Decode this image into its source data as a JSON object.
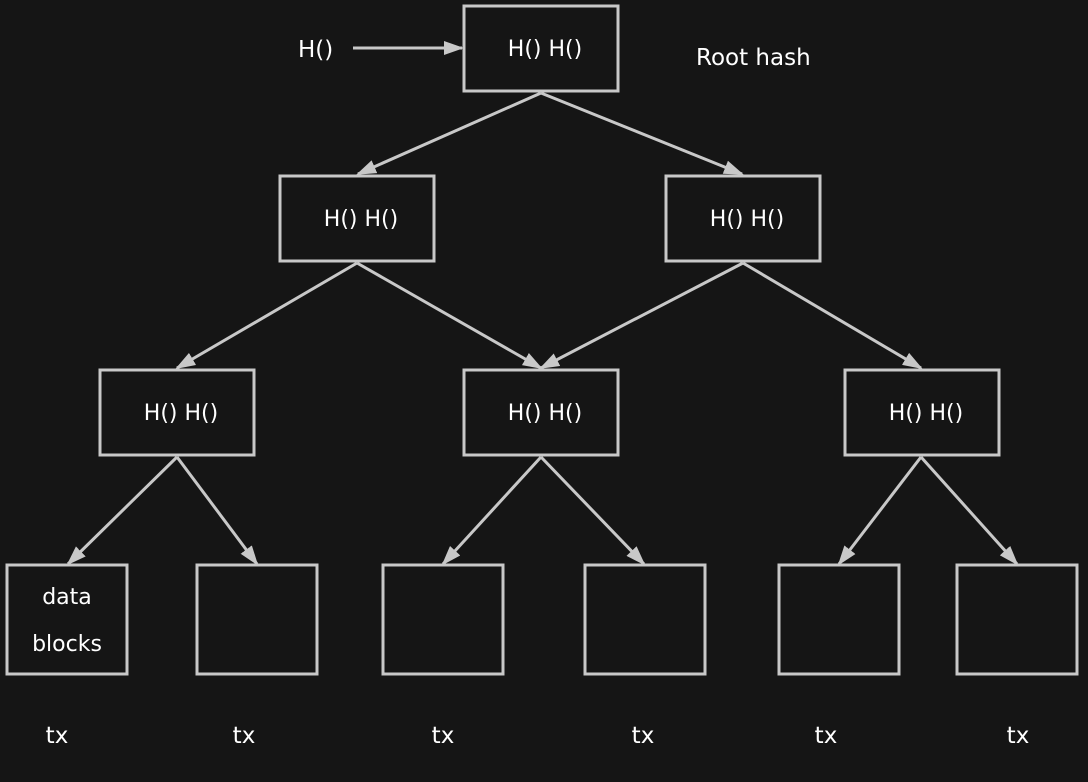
{
  "diagram": {
    "root_label": "H() H()",
    "root_caption": "Root hash",
    "input_label": "H()",
    "level1": [
      {
        "label": "H() H()"
      },
      {
        "label": "H() H()"
      }
    ],
    "level2": [
      {
        "label": "H() H()"
      },
      {
        "label": "H() H()"
      },
      {
        "label": "H() H()"
      }
    ],
    "leaves": [
      {
        "line1": "data",
        "line2": "blocks"
      },
      {
        "line1": "",
        "line2": ""
      },
      {
        "line1": "",
        "line2": ""
      },
      {
        "line1": "",
        "line2": ""
      },
      {
        "line1": "",
        "line2": ""
      },
      {
        "line1": "",
        "line2": ""
      }
    ],
    "tx_labels": [
      "tx",
      "tx",
      "tx",
      "tx",
      "tx",
      "tx"
    ]
  },
  "colors": {
    "background": "#151515",
    "stroke": "#c8c8c8",
    "text": "#ffffff"
  }
}
